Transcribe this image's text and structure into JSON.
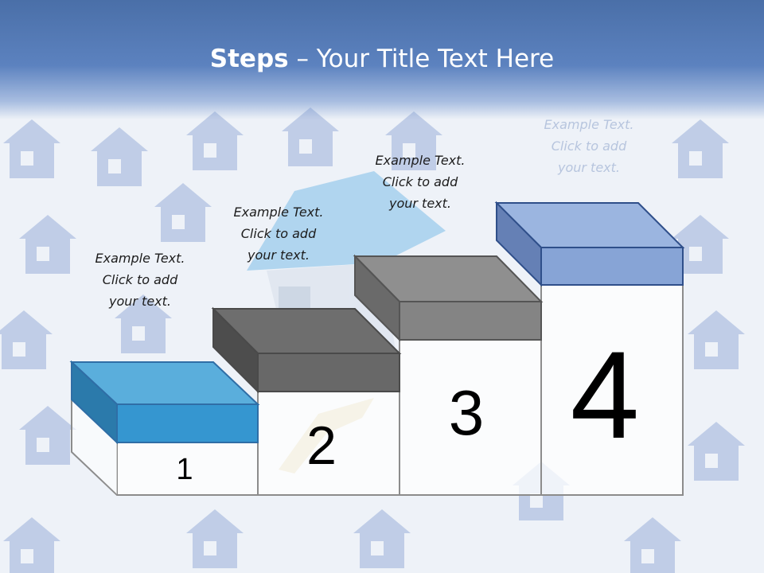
{
  "slide": {
    "title_bold": "Steps",
    "title_rest": " – Your Title Text Here"
  },
  "steps": [
    {
      "number": "1",
      "line1": "Example Text.",
      "line2": "Click  to add",
      "line3": "your text.",
      "color": "#3a9ad4"
    },
    {
      "number": "2",
      "line1": "Example Text.",
      "line2": "Click  to add",
      "line3": "your text.",
      "color": "#6b6b6b"
    },
    {
      "number": "3",
      "line1": "Example Text.",
      "line2": "Click  to add",
      "line3": "your text.",
      "color": "#838383"
    },
    {
      "number": "4",
      "line1": "Example Text.",
      "line2": "Click  to add",
      "line3": "your text.",
      "color": "#7f9fd6"
    }
  ],
  "colors": {
    "header": "#5c82bf",
    "house_pattern": "#b3c3e2",
    "frame_line": "#8c8c8c"
  }
}
